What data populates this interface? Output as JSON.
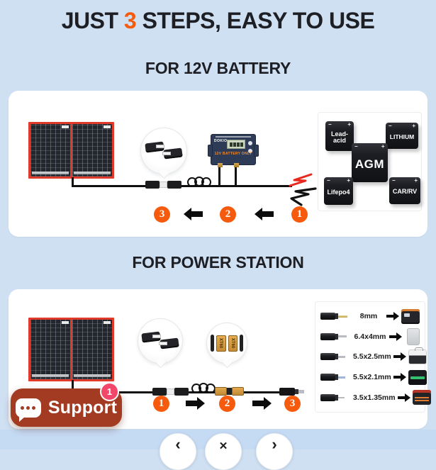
{
  "colors": {
    "page_bg": "#CFE0F3",
    "accent_orange": "#F65A0D",
    "panel_frame_red": "#E03A2B",
    "controller_navy": "#2D3B57",
    "support_red": "#A33B22",
    "badge_pink": "#F2466B"
  },
  "title": {
    "part1": "JUST ",
    "number": "3",
    "part2": " STEPS, EASY TO USE"
  },
  "battery_section": {
    "heading": "FOR 12V BATTERY",
    "flow_direction": "right-to-left",
    "steps": [
      "3",
      "2",
      "1"
    ],
    "controller": {
      "brand": "DOKIO",
      "note": "12V BATTERY ONLY"
    },
    "terminal_minus": "−",
    "terminal_plus": "+",
    "batteries": [
      {
        "label": "Lead- acid"
      },
      {
        "label": "LITHIUM"
      },
      {
        "label": "AGM"
      },
      {
        "label": "Lifepo4"
      },
      {
        "label": "CAR/RV"
      }
    ]
  },
  "power_section": {
    "heading": "FOR POWER STATION",
    "flow_direction": "left-to-right",
    "steps": [
      "1",
      "2",
      "3"
    ],
    "connector_label": "XT60",
    "adapters": [
      {
        "size": "8mm"
      },
      {
        "size": "6.4x4mm"
      },
      {
        "size": "5.5x2.5mm"
      },
      {
        "size": "5.5x2.1mm"
      },
      {
        "size": "3.5x1.35mm"
      }
    ]
  },
  "support_chat": {
    "label": "Support",
    "badge_count": "1"
  },
  "carousel": {
    "prev_icon": "‹",
    "close_icon": "✕",
    "next_icon": "›"
  }
}
